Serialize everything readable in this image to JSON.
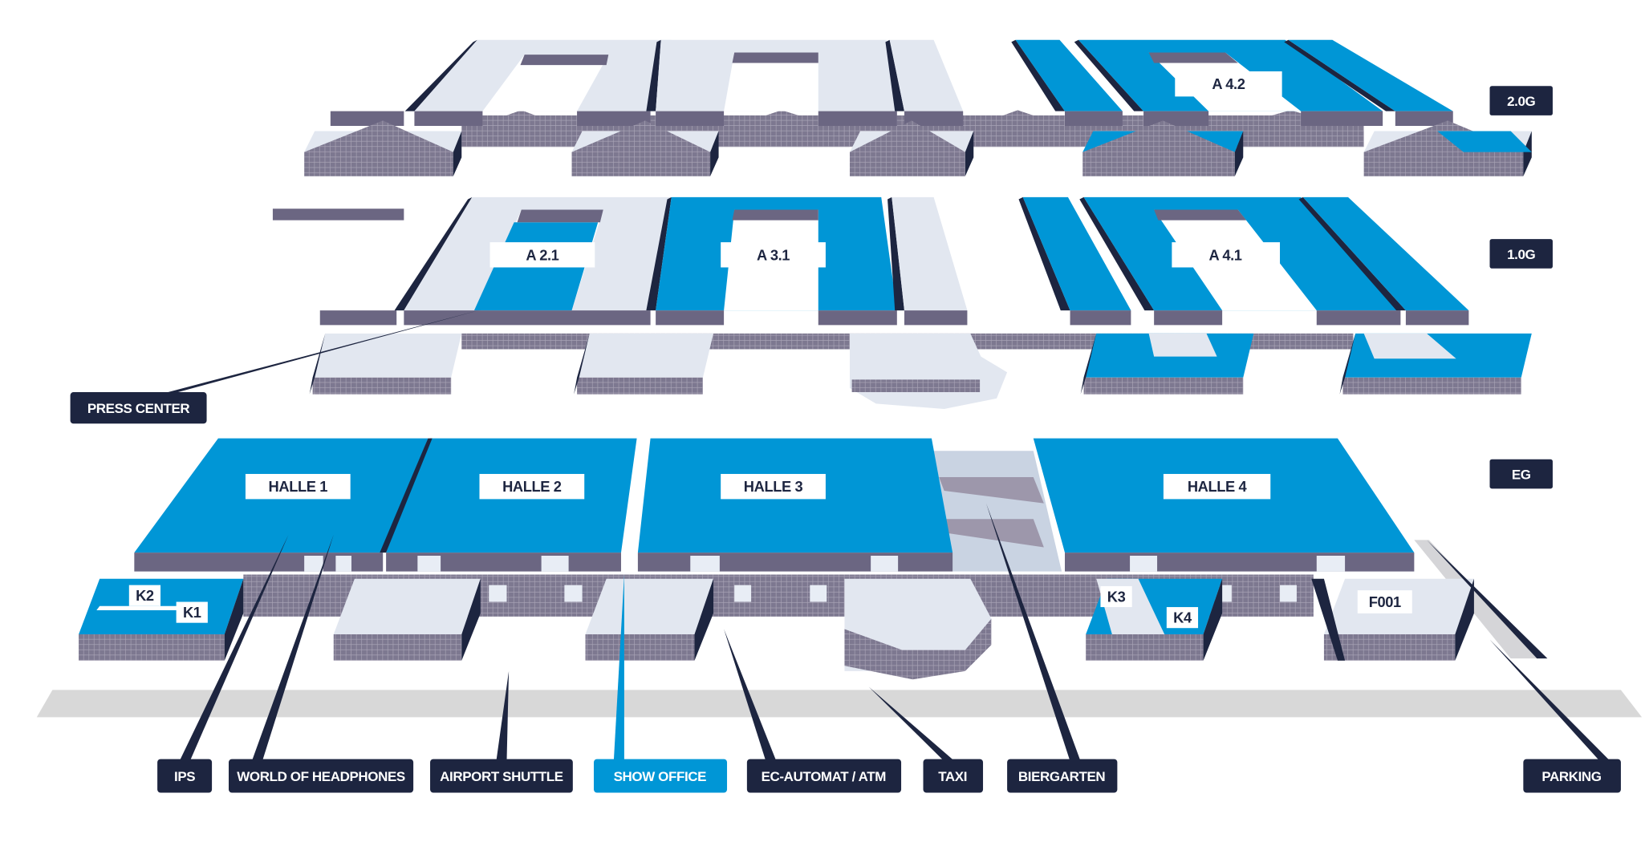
{
  "colors": {
    "blue": "#0096d6",
    "light": "#e2e7f0",
    "navy": "#1d2540",
    "face": "#6b6682",
    "grid": "#8c879c",
    "ground": "#d8d8d8"
  },
  "levels": {
    "upper2": "2.0G",
    "upper1": "1.0G",
    "ground": "EG"
  },
  "halls": {
    "a42": "A 4.2",
    "a21": "A 2.1",
    "a31": "A 3.1",
    "a41": "A 4.1",
    "h1": "HALLE 1",
    "h2": "HALLE 2",
    "h3": "HALLE 3",
    "h4": "HALLE 4",
    "k1": "K1",
    "k2": "K2",
    "k3": "K3",
    "k4": "K4",
    "f001": "F001"
  },
  "callouts": {
    "press": "PRESS CENTER",
    "ips": "IPS",
    "woh": "WORLD OF HEADPHONES",
    "shuttle": "AIRPORT SHUTTLE",
    "show": "SHOW OFFICE",
    "atm": "EC-AUTOMAT / ATM",
    "taxi": "TAXI",
    "bier": "BIERGARTEN",
    "parking": "PARKING"
  }
}
